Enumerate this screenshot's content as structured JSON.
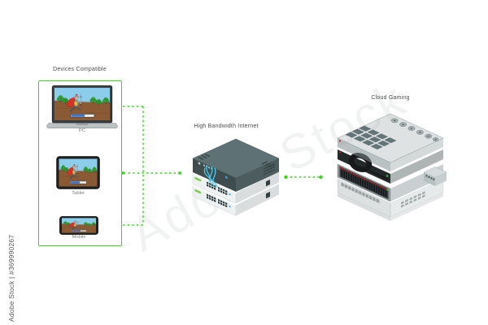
{
  "watermark": {
    "diagonal_text": "Adobe Stock",
    "side_text": "Adobe Stock | #369990267"
  },
  "devices_panel": {
    "title": "Devices Compatible",
    "devices": [
      {
        "label": "PC"
      },
      {
        "label": "Tablet"
      },
      {
        "label": "Mobile"
      }
    ]
  },
  "network": {
    "label": "High Bandwidth Internet"
  },
  "cloud": {
    "label": "Cloud Gaming"
  },
  "colors": {
    "accent_green": "#3bd41e",
    "router_top": "#5e7174",
    "router_front": "#3f4c4e",
    "cable_cyan": "#4cc9ea",
    "drive_red": "#cc2127",
    "led_green": "#3db54a",
    "led_red": "#c1272d",
    "cape_red": "#d93224",
    "sky_blue": "#8ccdec",
    "ground_brown": "#8a5a35",
    "tree_green": "#33a037",
    "loading_blue": "#2f6fd6"
  }
}
